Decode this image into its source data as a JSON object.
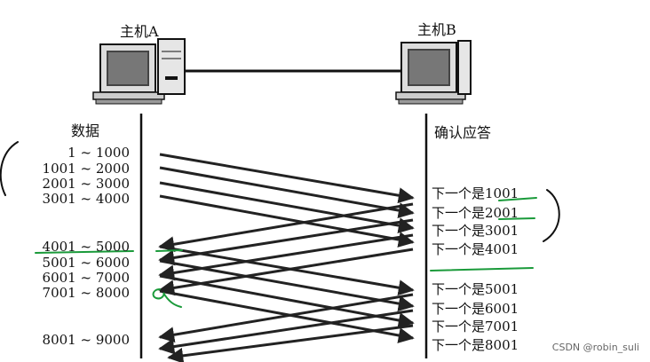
{
  "hosts": {
    "a": {
      "label": "主机A"
    },
    "b": {
      "label": "主机B"
    }
  },
  "columns": {
    "left_title": "数据",
    "right_title": "确认应答"
  },
  "segments": [
    "1 ~ 1000",
    "1001 ~ 2000",
    "2001 ~ 3000",
    "3001 ~ 4000",
    "4001 ~ 5000",
    "5001 ~ 6000",
    "6001 ~ 7000",
    "7001 ~ 8000",
    "8001 ~ 9000"
  ],
  "acks": [
    "下一个是1001",
    "下一个是2001",
    "下一个是3001",
    "下一个是4001",
    "下一个是5001",
    "下一个是6001",
    "下一个是7001",
    "下一个是8001"
  ],
  "watermark": "CSDN @robin_suli",
  "colors": {
    "annotation": "#1a9a3a",
    "ink": "#222222"
  }
}
